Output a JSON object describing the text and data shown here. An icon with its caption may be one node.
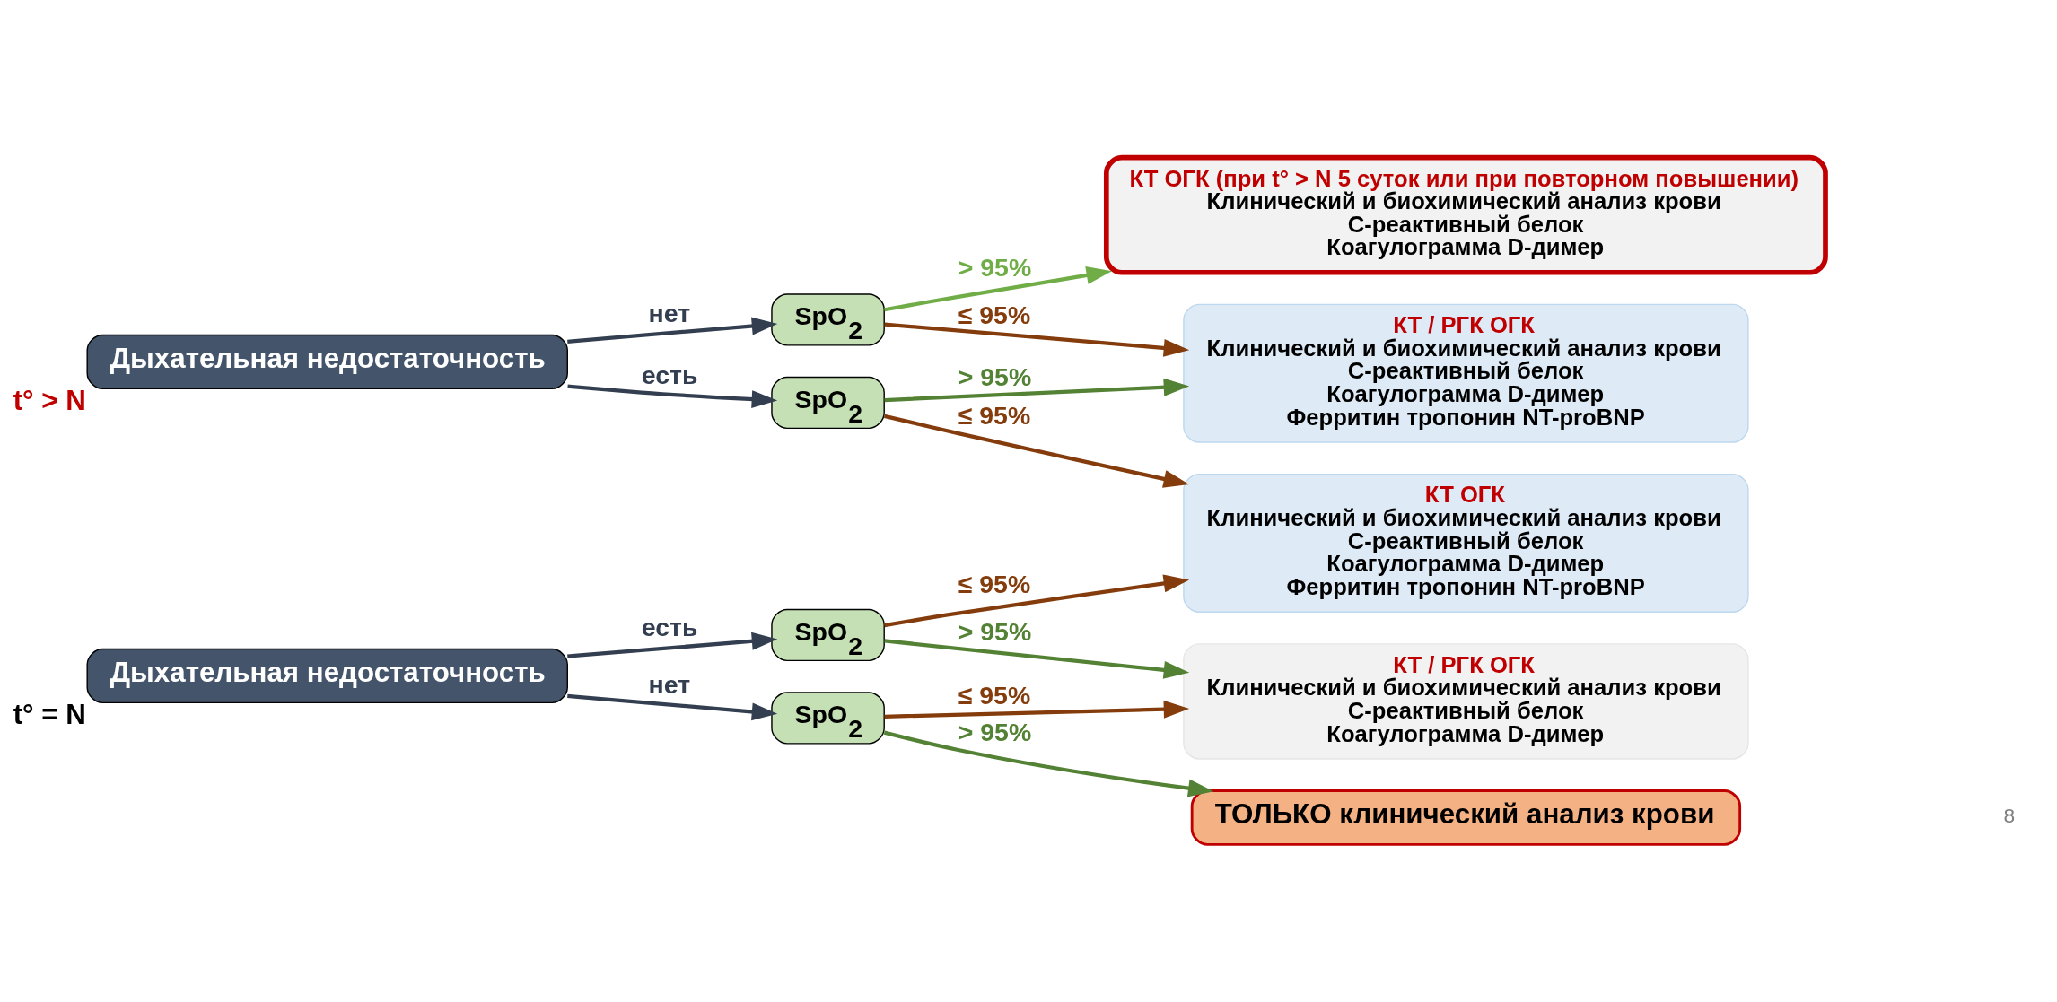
{
  "diagram": {
    "nodes": [
      {
        "text": [
          "Дыхательная недостаточность"
        ],
        "beside": [
          "t° > N"
        ]
      },
      {
        "text": [
          "SpO$_{2}$"
        ]
      },
      {
        "text": [
          "SpO$_{2}$"
        ]
      },
      {
        "text": [
          "Дыхательная недостаточность"
        ],
        "beside": [
          "t° = N"
        ]
      },
      {
        "text": [
          "SpO$_{2}$"
        ]
      },
      {
        "text": [
          "SpO$_{2}$"
        ]
      },
      {
        "text": [
          "КТ ОГК (при t° > N 5 суток или при повторном повышении)",
          "Клинический и биохимический анализ крови",
          "С-реактивный белок",
          "Коагулограмма D-димер"
        ]
      },
      {
        "text": [
          "КТ / РГК ОГК",
          "Клинический и биохимический анализ крови",
          "С-реактивный белок",
          "Коагулограмма D-димер",
          "Ферритин тропонин NT-proBNP"
        ]
      },
      {
        "text": [
          "КТ ОГК",
          "Клинический и биохимический анализ крови",
          "С-реактивный белок",
          "Коагулограмма D-димер",
          "Ферритин тропонин NT-proBNP"
        ]
      },
      {
        "text": [
          "КТ / РГК ОГК",
          "Клинический и биохимический анализ крови",
          "С-реактивный белок",
          "Коагулограмма D-димер"
        ]
      },
      {
        "text": [
          "ТОЛЬКО клинический анализ крови"
        ]
      }
    ],
    "edges": [
      {
        "from": 0,
        "to": 1,
        "arrow": "to",
        "label": "нет",
        "color": "#333f50"
      },
      {
        "from": 0,
        "to": 2,
        "arrow": "to",
        "label": "есть",
        "color": "#333f50"
      },
      {
        "from": 3,
        "to": 4,
        "arrow": "to",
        "label": "есть",
        "color": "#333f50"
      },
      {
        "from": 3,
        "to": 5,
        "arrow": "to",
        "label": "нет",
        "color": "#333f50"
      },
      {
        "from": 1,
        "to": 6,
        "arrow": "to",
        "label": "> 95%",
        "color": "#70ad47"
      },
      {
        "from": 1,
        "to": 7,
        "arrow": "to",
        "label": "≤ 95%",
        "color": "#843c0c"
      },
      {
        "from": 2,
        "to": 7,
        "arrow": "to",
        "label": "> 95%",
        "color": "#548235"
      },
      {
        "from": 2,
        "to": 8,
        "arrow": "to",
        "label": "≤ 95%",
        "color": "#843c0c"
      },
      {
        "from": 4,
        "to": 8,
        "arrow": "to",
        "label": "≤ 95%",
        "color": "#843c0c"
      },
      {
        "from": 4,
        "to": 9,
        "arrow": "to",
        "label": "> 95%",
        "color": "#548235"
      },
      {
        "from": 5,
        "to": 9,
        "arrow": "to",
        "label": "≤ 95%",
        "color": "#843c0c"
      },
      {
        "from": 5,
        "to": 10,
        "arrow": "to",
        "label": "> 95%",
        "color": "#548235"
      }
    ],
    "labels": [
      "8"
    ]
  }
}
